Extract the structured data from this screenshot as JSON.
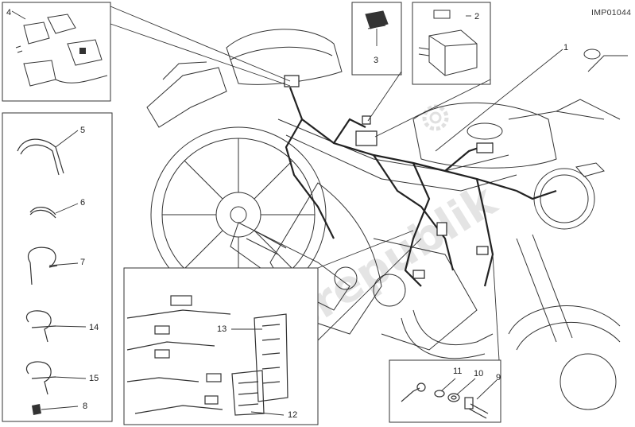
{
  "drawing_code": "IMP01044",
  "watermark": "Partsrepublik",
  "callouts": [
    "1",
    "2",
    "3",
    "4",
    "5",
    "6",
    "7",
    "8",
    "9",
    "10",
    "11",
    "12",
    "13",
    "14",
    "15"
  ]
}
